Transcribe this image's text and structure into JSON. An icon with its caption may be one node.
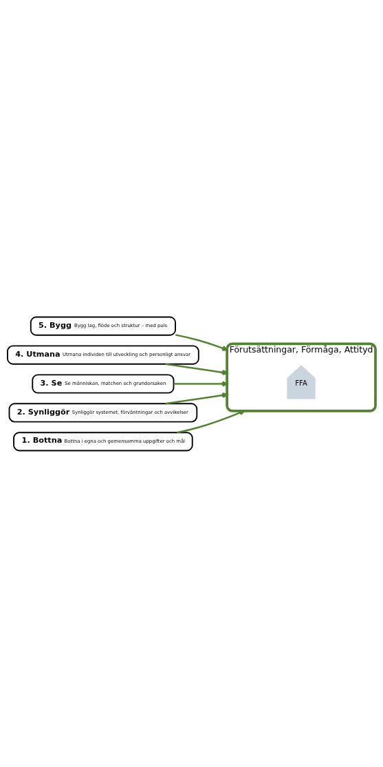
{
  "diagram": {
    "nodes": [
      {
        "text": [
          "Förutsättningar, Förmåga, Attityd"
        ]
      },
      {
        "text": [
          "FFA"
        ],
        "in": 0
      },
      {
        "text": [
          "5. Bygg",
          "Bygg lag, flöde och struktur – med puls"
        ]
      },
      {
        "text": [
          "4. Utmana",
          "Utmana individen till utveckling och personligt ansvar"
        ]
      },
      {
        "text": [
          "3. Se",
          "Se människan, matchen och grundorsaken"
        ]
      },
      {
        "text": [
          "2. Synliggör",
          "Synliggör systemet, förväntningar och avvikelser"
        ]
      },
      {
        "text": [
          "1. Bottna",
          "Bottna i egna och gemensamma uppgifter och mål"
        ]
      }
    ],
    "edges": [
      {
        "from": 2,
        "to": 0,
        "arrow": "to"
      },
      {
        "from": 3,
        "to": 0,
        "arrow": "to"
      },
      {
        "from": 4,
        "to": 0,
        "arrow": "to"
      },
      {
        "from": 5,
        "to": 0,
        "arrow": "to"
      },
      {
        "from": 6,
        "to": 0,
        "arrow": "to"
      }
    ]
  }
}
